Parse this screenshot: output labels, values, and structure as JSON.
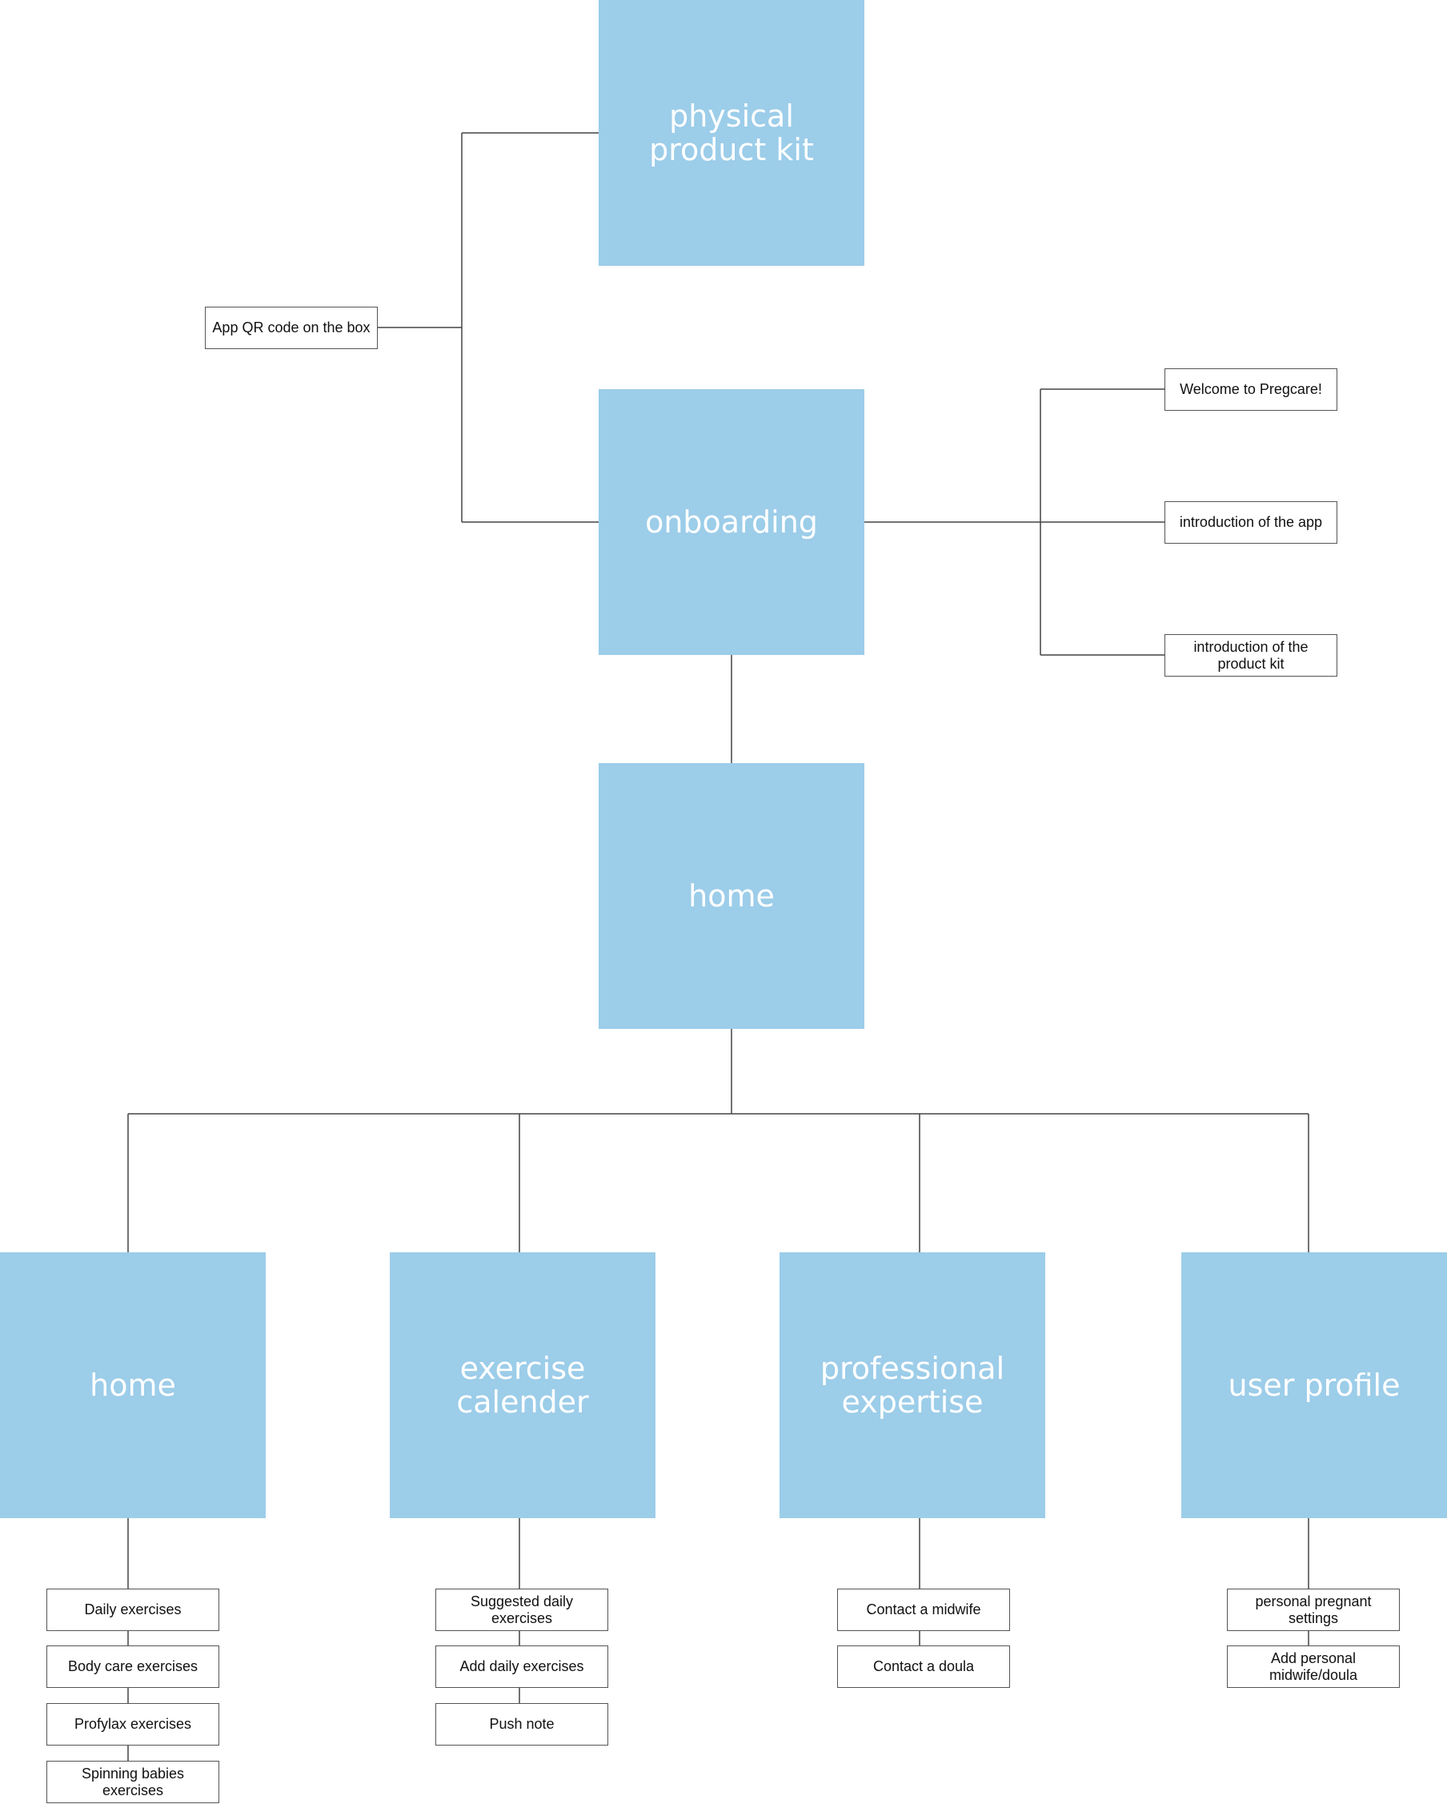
{
  "diagram": {
    "line_color": "#444444",
    "box_fill": "#9ccde9",
    "box_text_color": "#ffffff",
    "main_nodes": {
      "physical_product_kit": "physical\nproduct kit",
      "onboarding": "onboarding",
      "home_main": "home"
    },
    "qr_box": "App QR code on the box",
    "onboarding_steps": [
      "Welcome to Pregcare!",
      "introduction of the app",
      "introduction of the product kit"
    ],
    "sections": [
      {
        "label": "home",
        "items": [
          "Daily exercises",
          "Body care exercises",
          "Profylax exercises",
          "Spinning babies exercises"
        ]
      },
      {
        "label": "exercise\ncalender",
        "items": [
          "Suggested daily exercises",
          "Add daily exercises",
          "Push note"
        ]
      },
      {
        "label": "professional\nexpertise",
        "items": [
          "Contact a midwife",
          "Contact a doula"
        ]
      },
      {
        "label": "user profile",
        "items": [
          "personal pregnant settings",
          "Add personal midwife/doula"
        ]
      }
    ]
  }
}
